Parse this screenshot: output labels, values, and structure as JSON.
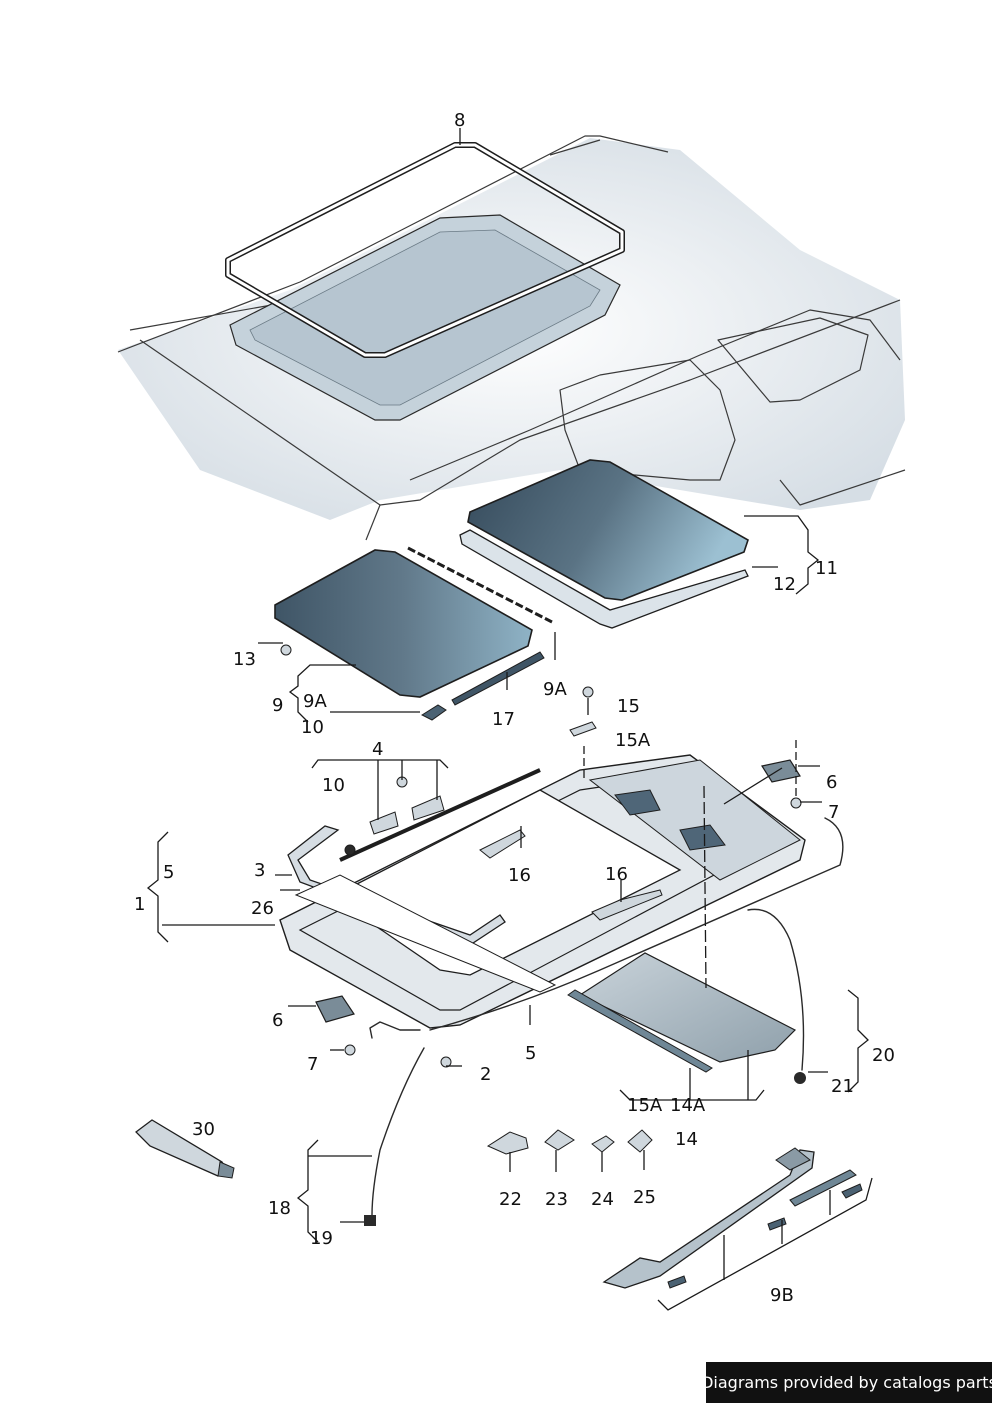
{
  "labels": {
    "l8": "8",
    "l11": "11",
    "l12": "12",
    "l13": "13",
    "l9": "9",
    "l9A_left": "9A",
    "l10_left": "10",
    "l17": "17",
    "l9A_right": "9A",
    "l15": "15",
    "l15A_top": "15A",
    "l4": "4",
    "l10_mid": "10",
    "l6_right": "6",
    "l7_right": "7",
    "l5_left": "5",
    "l1": "1",
    "l3": "3",
    "l26": "26",
    "l16_a": "16",
    "l16_b": "16",
    "l6_left": "6",
    "l7_left": "7",
    "l2": "2",
    "l5_bottom": "5",
    "l20": "20",
    "l21": "21",
    "l15A_bottom": "15A",
    "l14A": "14A",
    "l14": "14",
    "l30": "30",
    "l18": "18",
    "l19": "19",
    "l22": "22",
    "l23": "23",
    "l24": "24",
    "l25": "25",
    "l9B": "9B"
  },
  "credit": "Diagrams provided by catalogs parts",
  "colors": {
    "glass_dark": "#3f5566",
    "glass_light": "#8fb3c6",
    "body_shade": "#dfe6ec",
    "frame_fill": "#e3e8ec",
    "credit_bg": "#111111"
  }
}
